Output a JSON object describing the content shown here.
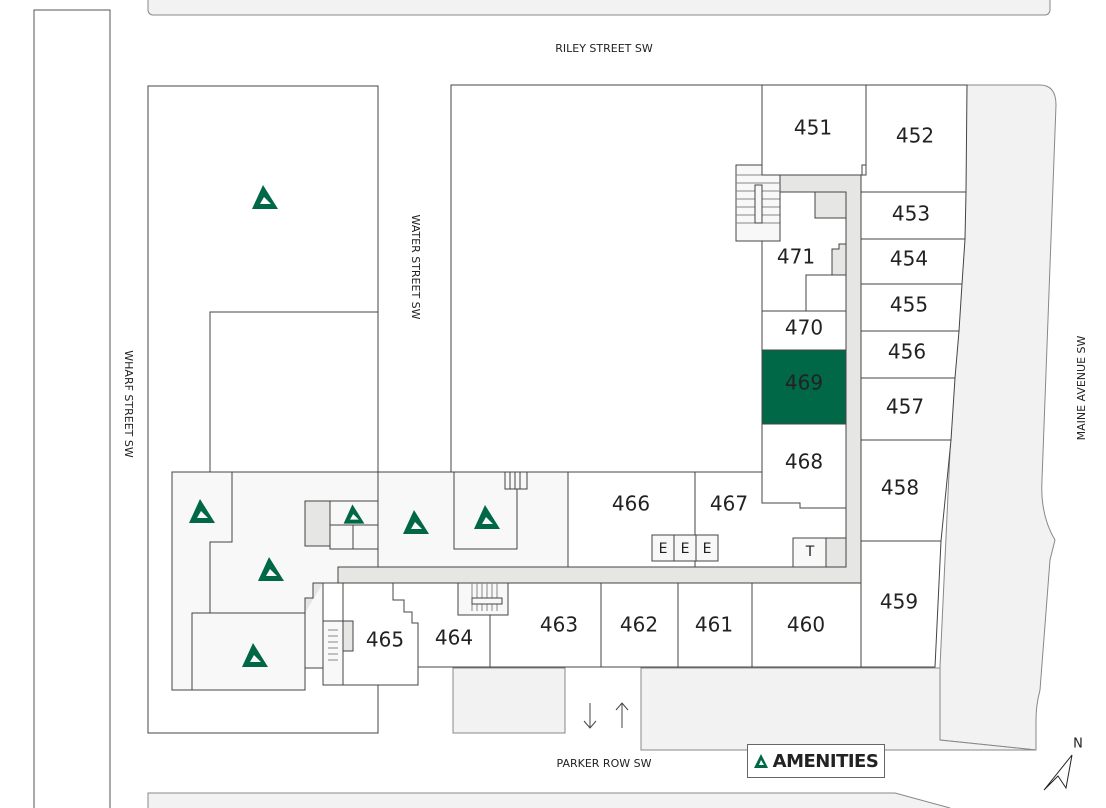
{
  "streets": {
    "top": "RILEY STREET SW",
    "bottom": "PARKER ROW SW",
    "left": "WHARF STREET SW",
    "middle": "WATER STREET SW",
    "right": "MAINE AVENUE SW"
  },
  "units": [
    "451",
    "452",
    "453",
    "454",
    "455",
    "456",
    "457",
    "458",
    "459",
    "460",
    "461",
    "462",
    "463",
    "464",
    "465",
    "466",
    "467",
    "468",
    "469",
    "470",
    "471"
  ],
  "selected_unit": "469",
  "small_rooms": {
    "elevator": "E",
    "toilet": "T"
  },
  "legend": {
    "label": "AMENITIES"
  },
  "compass": {
    "label": "N"
  },
  "colors": {
    "accent": "#006847",
    "corridor": "#e6e6e5"
  }
}
